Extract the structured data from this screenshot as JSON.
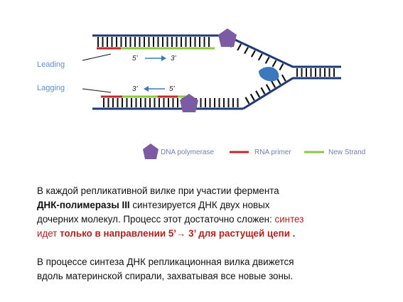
{
  "diagram": {
    "labels": {
      "leading": "Leading",
      "lagging": "Lagging",
      "leading_5": "5’",
      "leading_3": "3’",
      "lagging_3": "3’",
      "lagging_5": "5’"
    },
    "legend": {
      "dna_polymerase": "DNA polymerase",
      "rna_primer": "RNA primer",
      "new_strand": "New Strand"
    },
    "colors": {
      "backbone": "#1f3a78",
      "rung": "#111111",
      "rna_primer": "#c0282a",
      "new_strand": "#8dc63f",
      "polymerase": "#7b5ba4",
      "helicase": "#3b78bd",
      "arrow": "#3b78bd"
    }
  },
  "text": {
    "p1_l1": "В каждой репликативной вилке при участии фермента",
    "p1_l2_bold": "ДНК-полимеразы III",
    "p1_l2_rest": " синтезируется ДНК двух новых",
    "p1_l3_a": "дочерних молекул. Процесс этот достаточно сложен: ",
    "p1_l3_red": "синтез",
    "p1_l4_red": "идет",
    "p1_l4_bold": " только в направлении 5’→ 3’ для растущей цепи",
    "p1_l4_end": " .",
    "p2_l1": "В процессе синтеза ДНК репликационная вилка движется",
    "p2_l2": "вдоль материнской спирали, захватывая все новые зоны."
  }
}
